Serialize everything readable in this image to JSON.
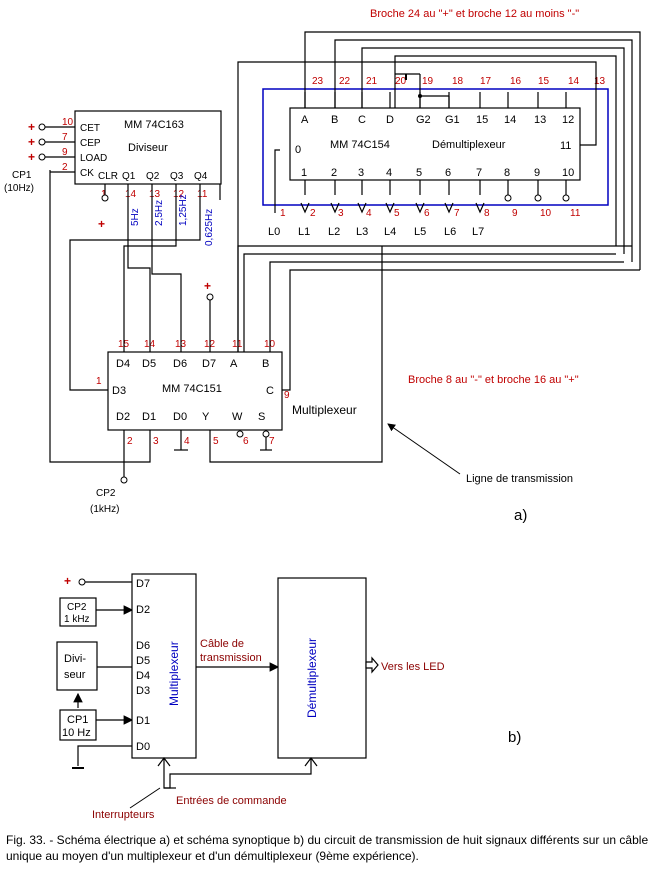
{
  "diagram_a": {
    "top_note": "Broche 24 au \"+\" et broche 12 au moins \"-\"",
    "mid_note": "Broche 8 au \"-\" et broche 16 au \"+\"",
    "transmission_line": "Ligne de transmission",
    "part_label": "a)",
    "counter": {
      "name": "MM 74C163",
      "role": "Diviseur",
      "left_pins": [
        "CET",
        "CEP",
        "LOAD",
        "CK"
      ],
      "left_pin_numbers": [
        "10",
        "7",
        "9",
        "2"
      ],
      "bottom_pins": [
        "CLR",
        "Q1",
        "Q2",
        "Q3",
        "Q4"
      ],
      "bottom_pin_numbers": [
        "1",
        "14",
        "13",
        "12",
        "11"
      ],
      "freqs": [
        "5Hz",
        "2,5Hz",
        "1,25Hz",
        "0,625Hz"
      ],
      "cp1": "CP1",
      "cp1_freq": "(10Hz)"
    },
    "demux": {
      "name": "MM 74C154",
      "role": "Démultiplexeur",
      "top_pins": [
        "A",
        "B",
        "C",
        "D",
        "G2",
        "G1",
        "15",
        "14",
        "13",
        "12"
      ],
      "top_pin_numbers": [
        "23",
        "22",
        "21",
        "20",
        "19",
        "18",
        "17",
        "16",
        "15",
        "14",
        "13"
      ],
      "bottom_pins": [
        "1",
        "2",
        "3",
        "4",
        "5",
        "6",
        "7",
        "8",
        "9",
        "10"
      ],
      "bottom_pin_numbers": [
        "1",
        "2",
        "3",
        "4",
        "5",
        "6",
        "7",
        "8",
        "9",
        "10",
        "11"
      ],
      "side_pins": [
        "0",
        "11"
      ],
      "leds": [
        "L0",
        "L1",
        "L2",
        "L3",
        "L4",
        "L5",
        "L6",
        "L7"
      ]
    },
    "mux": {
      "name": "MM 74C151",
      "role": "Multiplexeur",
      "top_pins": [
        "D4",
        "D5",
        "D6",
        "D7",
        "A",
        "B"
      ],
      "top_pin_numbers": [
        "15",
        "14",
        "13",
        "12",
        "11",
        "10"
      ],
      "bottom_pins": [
        "D2",
        "D1",
        "D0",
        "Y",
        "W",
        "S"
      ],
      "bottom_pin_numbers": [
        "2",
        "3",
        "4",
        "5",
        "6",
        "7"
      ],
      "left_pin": "D3",
      "left_pin_number": "1",
      "right_pin": "C",
      "right_pin_number": "9",
      "cp2": "CP2",
      "cp2_freq": "(1kHz)"
    }
  },
  "diagram_b": {
    "part_label": "b)",
    "cp2": [
      "CP2",
      "1 kHz"
    ],
    "divider": [
      "Divi-",
      "seur"
    ],
    "cp1": [
      "CP1",
      "10 Hz"
    ],
    "mux_inputs": [
      "D7",
      "D2",
      "D6",
      "D5",
      "D4",
      "D3",
      "D1",
      "D0"
    ],
    "mux_label": "Multiplexeur",
    "cable": [
      "Câble de",
      "transmission"
    ],
    "demux_label": "Démultiplexeur",
    "output": "Vers les LED",
    "switches": "Interrupteurs",
    "control_inputs": "Entrées de commande"
  },
  "caption": "Fig. 33. - Schéma électrique a) et schéma synoptique b) du circuit de transmission de huit signaux différents sur un câble unique au moyen d'un multiplexeur et d'un démultiplexeur (9ème expérience)."
}
